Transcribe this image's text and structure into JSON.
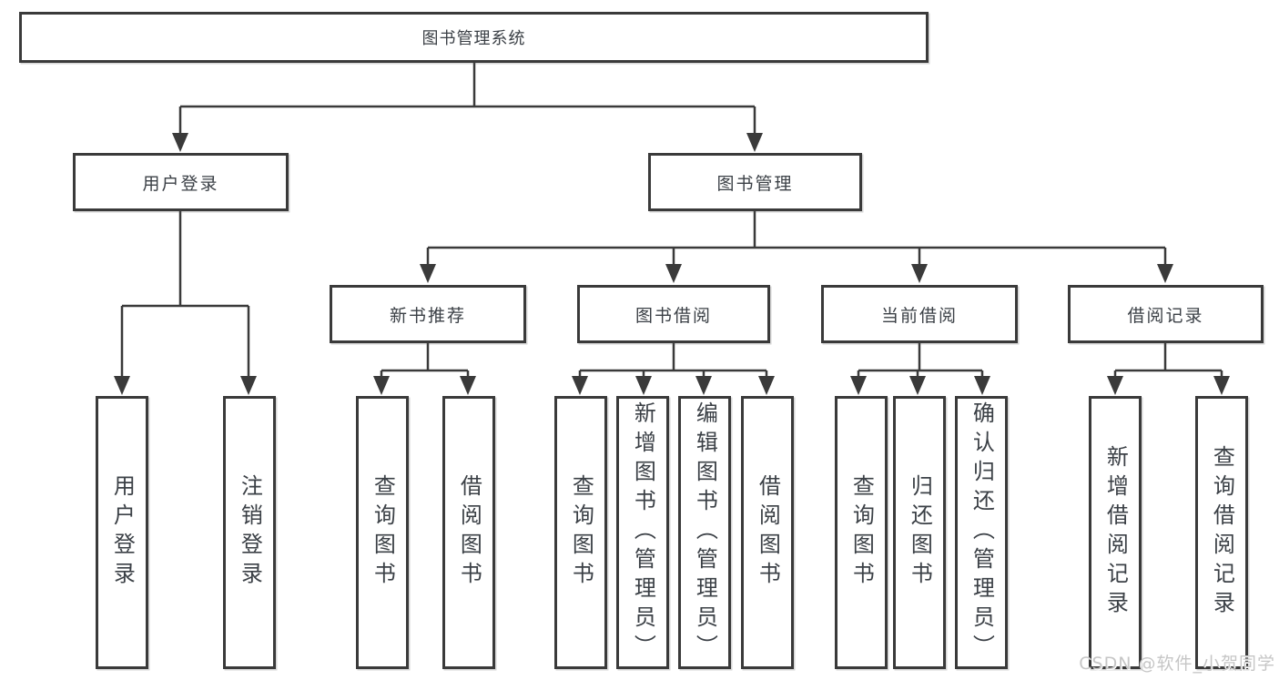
{
  "diagram": {
    "root": {
      "label": "图书管理系统"
    },
    "level2": [
      {
        "label": "用户登录"
      },
      {
        "label": "图书管理"
      }
    ],
    "level3": [
      {
        "label": "新书推荐"
      },
      {
        "label": "图书借阅"
      },
      {
        "label": "当前借阅"
      },
      {
        "label": "借阅记录"
      }
    ],
    "leaves": [
      {
        "label": "用户登录"
      },
      {
        "label": "注销登录"
      },
      {
        "label": "查询图书"
      },
      {
        "label": "借阅图书"
      },
      {
        "label": "查询图书"
      },
      {
        "label": "新增图书（管理员）"
      },
      {
        "label": "编辑图书（管理员）"
      },
      {
        "label": "借阅图书"
      },
      {
        "label": "查询图书"
      },
      {
        "label": "归还图书"
      },
      {
        "label": "确认归还（管理员）"
      },
      {
        "label": "新增借阅记录"
      },
      {
        "label": "查询借阅记录"
      }
    ]
  },
  "watermark": {
    "text": "CSDN @软件_小贺同学"
  },
  "colors": {
    "line": "#3a3a3a",
    "border": "#3a3a3a",
    "text": "#3b4046",
    "watermark": "#c6c6c6",
    "background": "#ffffff"
  }
}
